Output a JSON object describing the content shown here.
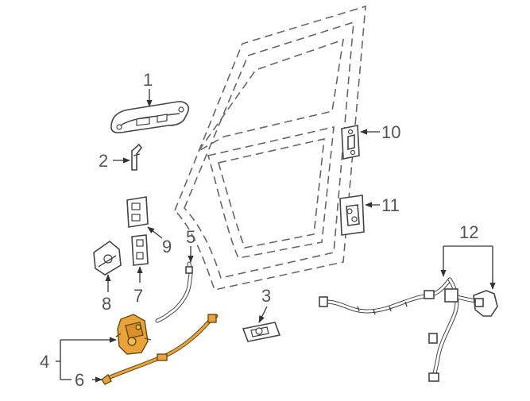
{
  "diagram": {
    "callouts": [
      "1",
      "2",
      "3",
      "4",
      "5",
      "6",
      "7",
      "8",
      "9",
      "10",
      "11",
      "12"
    ],
    "colors": {
      "highlight": "#e8a33a",
      "line": "#444444",
      "door_outline": "#666666",
      "callout_text": "#555555"
    }
  }
}
